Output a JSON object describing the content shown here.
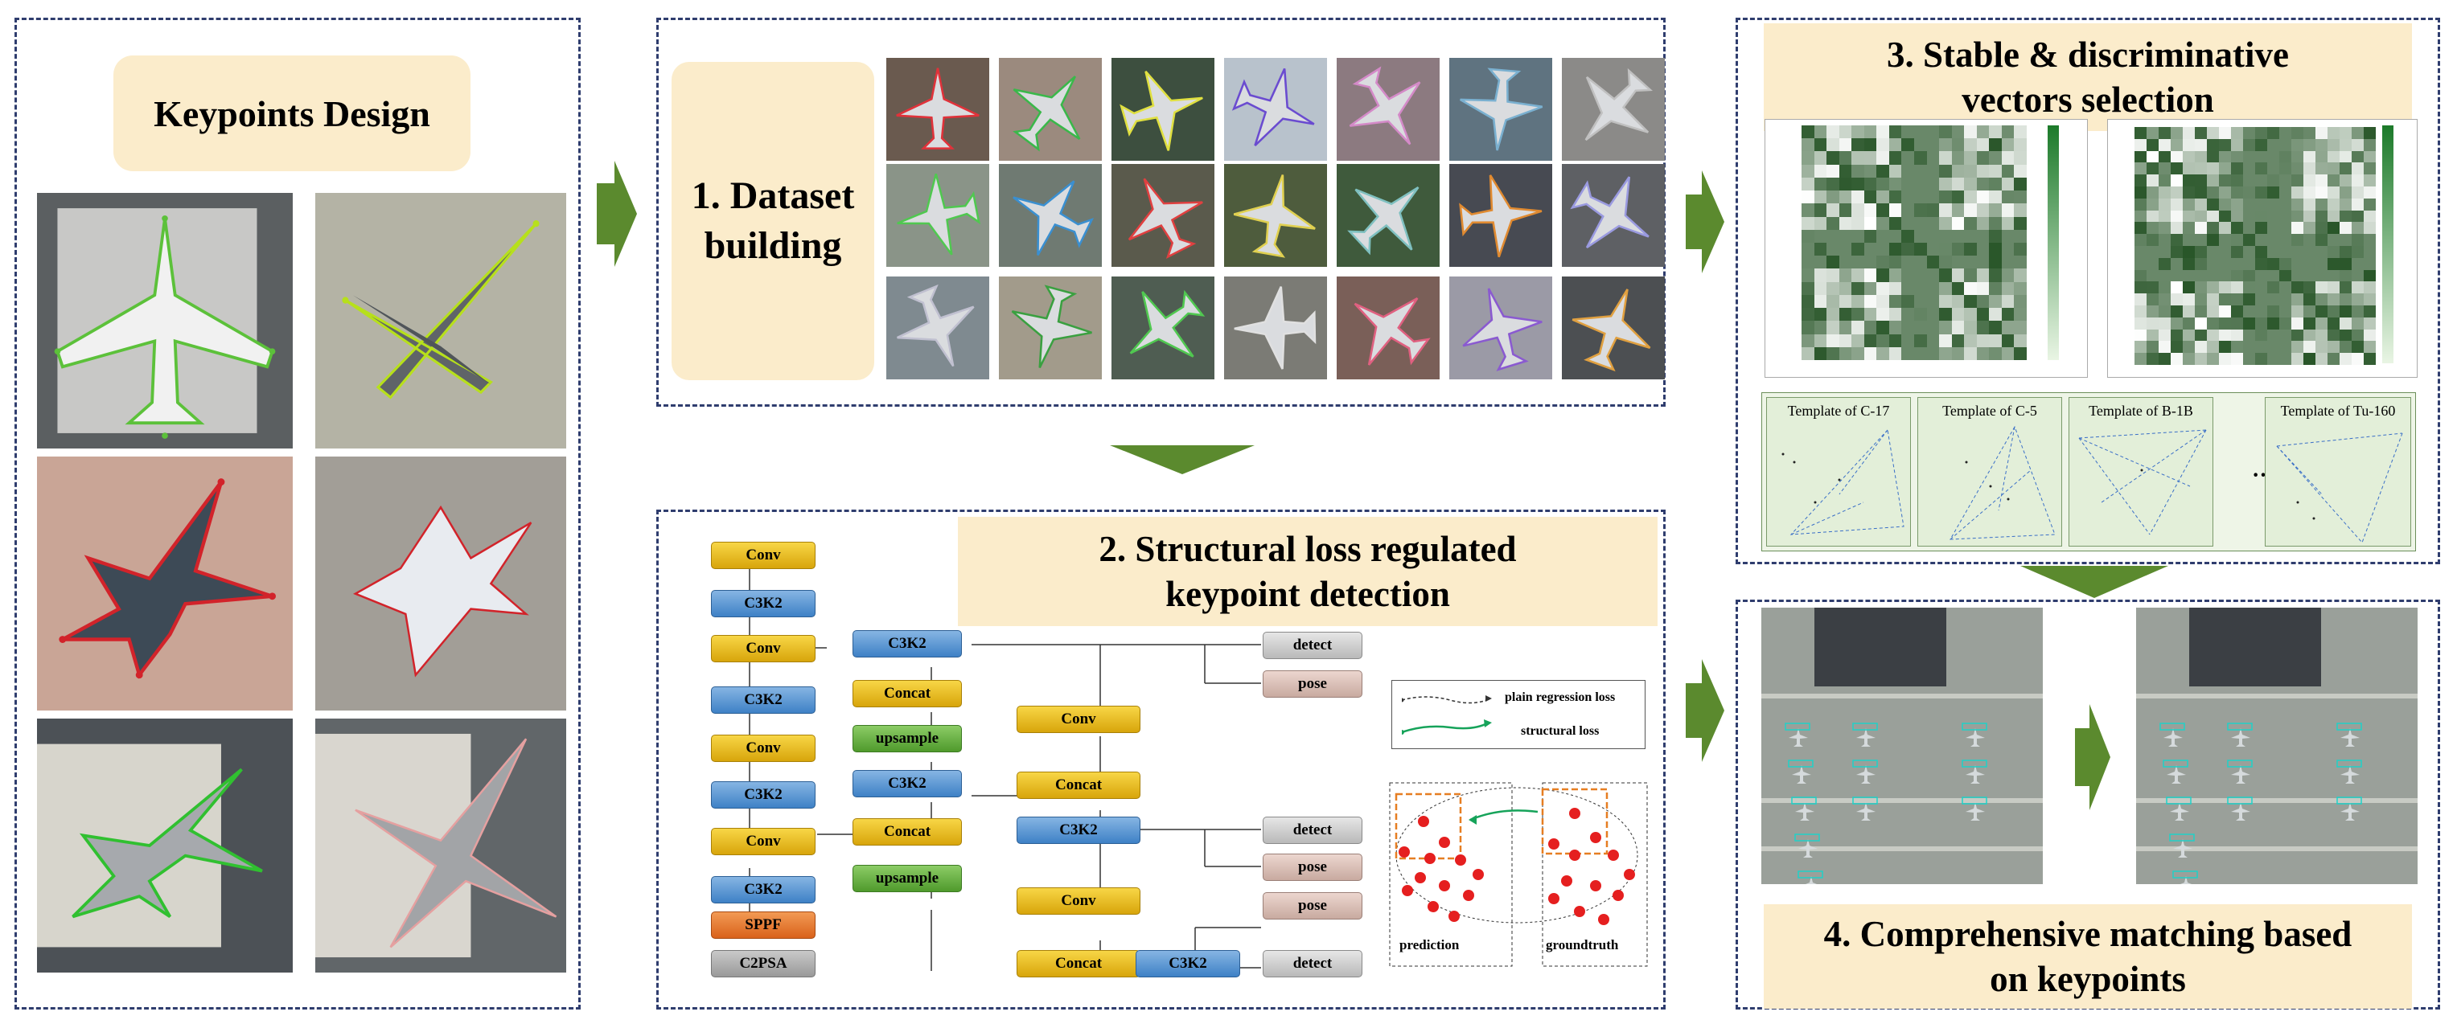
{
  "keypoints_panel": {
    "title": "Keypoints Design"
  },
  "dataset_panel": {
    "title_line1": "1. Dataset",
    "title_line2": "building"
  },
  "loss_panel": {
    "title_line1": "2. Structural loss regulated",
    "title_line2": "keypoint detection",
    "backbone": [
      "Conv",
      "C3K2",
      "Conv",
      "C3K2",
      "Conv",
      "C3K2",
      "Conv",
      "C3K2",
      "SPPF",
      "C2PSA"
    ],
    "neck_left": [
      "C3K2",
      "Concat",
      "upsample",
      "C3K2",
      "Concat",
      "upsample"
    ],
    "neck_right": [
      "Conv",
      "Concat",
      "C3K2",
      "Conv",
      "Concat"
    ],
    "tail_c3k2": "C3K2",
    "heads": [
      "detect",
      "pose",
      "detect",
      "pose",
      "pose",
      "detect"
    ],
    "legend": {
      "plain": "plain regression loss",
      "structural": "structural loss"
    },
    "labels": {
      "prediction": "prediction",
      "groundtruth": "groundtruth"
    }
  },
  "selection_panel": {
    "title_line1": "3. Stable & discriminative",
    "title_line2": "vectors selection",
    "templates": [
      "Template of C-17",
      "Template of C-5",
      "Template of B-1B",
      "Template of Tu-160"
    ],
    "ellipsis": "···"
  },
  "matching_panel": {
    "title_line1": "4. Comprehensive matching based",
    "title_line2": "on keypoints"
  },
  "colors": {
    "accent_green": "#5b8a2e",
    "tan": "#fbeccb",
    "border": "#2f3d6e"
  }
}
